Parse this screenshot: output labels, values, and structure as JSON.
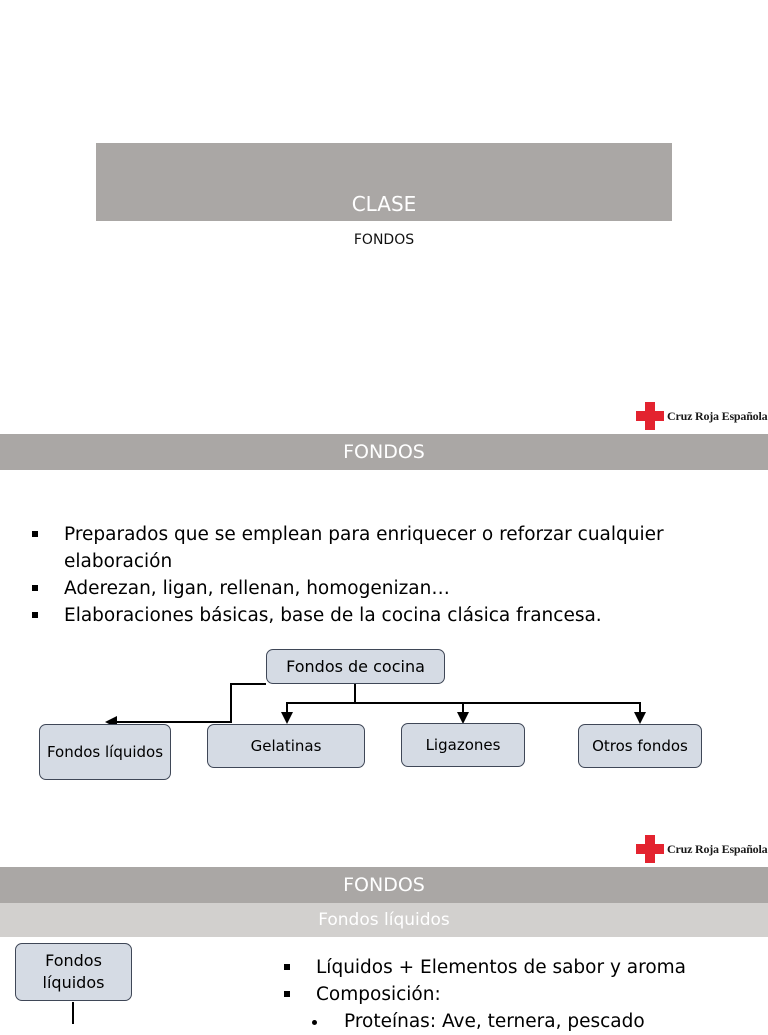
{
  "slide1": {
    "title": "CLASE",
    "subtitle": "FONDOS"
  },
  "logo": {
    "text": "Cruz Roja Española",
    "color": "#e3232f"
  },
  "slide2": {
    "header": "FONDOS",
    "bullets": [
      "Preparados que se emplean para enriquecer o reforzar cualquier elaboración",
      "Aderezan, ligan, rellenan, homogenizan…",
      "Elaboraciones básicas, base de la cocina clásica francesa."
    ],
    "diagram": {
      "root": "Fondos de cocina",
      "children": [
        "Fondos líquidos",
        "Gelatinas",
        "Ligazones",
        "Otros fondos"
      ]
    }
  },
  "slide3": {
    "header": "FONDOS",
    "subheader": "Fondos líquidos",
    "node": "Fondos líquidos",
    "bullets": [
      "Líquidos + Elementos de sabor y aroma",
      "Composición:"
    ],
    "sub_bullet": "Proteínas: Ave, ternera, pescado"
  },
  "colors": {
    "header_bar": "#aaa7a5",
    "subheader_bar": "#d2d0ce",
    "node_fill": "#d5dbe4"
  }
}
